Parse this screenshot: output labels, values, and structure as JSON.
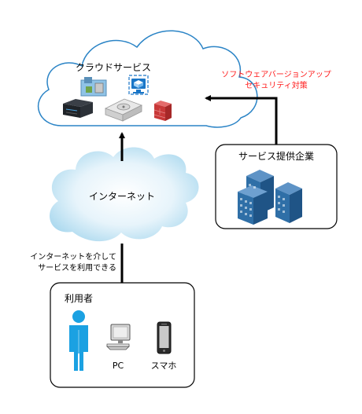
{
  "cloud_service": {
    "label": "クラウドサービス"
  },
  "internet": {
    "label": "インターネット"
  },
  "provider": {
    "label": "サービス提供企業"
  },
  "update_note": {
    "line1": "ソフトウェアバージョンアップ",
    "line2": "セキュリティ対策"
  },
  "access_note": {
    "line1": "インターネットを介して",
    "line2": "サービスを利用できる"
  },
  "users": {
    "label": "利用者",
    "pc_label": "PC",
    "phone_label": "スマホ"
  },
  "colors": {
    "note_red": "#ff1a1a",
    "building_blue": "#2f6fa7",
    "person_blue": "#1ba1e2"
  }
}
